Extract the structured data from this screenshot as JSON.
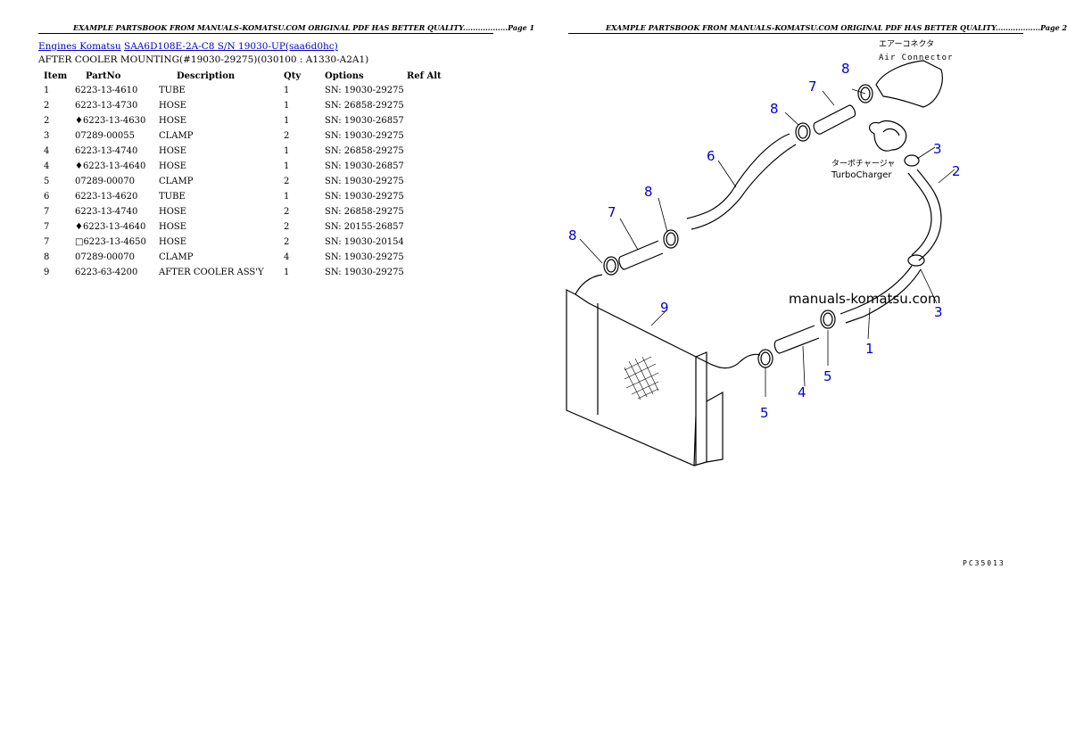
{
  "pages": [
    {
      "header": "EXAMPLE PARTSBOOK FROM MANUALS-KOMATSU.COM ORIGINAL PDF HAS BETTER QUALITY..................Page 1"
    },
    {
      "header": "EXAMPLE PARTSBOOK FROM MANUALS-KOMATSU.COM ORIGINAL PDF HAS BETTER QUALITY..................Page 2"
    }
  ],
  "breadcrumb": {
    "link1": "Engines Komatsu",
    "link2": "SAA6D108E-2A-C8 S/N 19030-UP(saa6d0hc)"
  },
  "section_title": "AFTER COOLER MOUNTING(#19030-29275)(030100 : A1330-A2A1)",
  "table": {
    "headers": [
      "Item",
      "PartNo",
      "Description",
      "Qty",
      "Options",
      "Ref Alt"
    ],
    "rows": [
      [
        "1",
        "6223-13-4610",
        "TUBE",
        "1",
        "SN: 19030-29275",
        ""
      ],
      [
        "2",
        "6223-13-4730",
        "HOSE",
        "1",
        "SN: 26858-29275",
        ""
      ],
      [
        "2",
        "♦6223-13-4630",
        "HOSE",
        "1",
        "SN: 19030-26857",
        ""
      ],
      [
        "3",
        "07289-00055",
        "CLAMP",
        "2",
        "SN: 19030-29275",
        ""
      ],
      [
        "4",
        "6223-13-4740",
        "HOSE",
        "1",
        "SN: 26858-29275",
        ""
      ],
      [
        "4",
        "♦6223-13-4640",
        "HOSE",
        "1",
        "SN: 19030-26857",
        ""
      ],
      [
        "5",
        "07289-00070",
        "CLAMP",
        "2",
        "SN: 19030-29275",
        ""
      ],
      [
        "6",
        "6223-13-4620",
        "TUBE",
        "1",
        "SN: 19030-29275",
        ""
      ],
      [
        "7",
        "6223-13-4740",
        "HOSE",
        "2",
        "SN: 26858-29275",
        ""
      ],
      [
        "7",
        "♦6223-13-4640",
        "HOSE",
        "2",
        "SN: 20155-26857",
        ""
      ],
      [
        "7",
        "□6223-13-4650",
        "HOSE",
        "2",
        "SN: 19030-20154",
        ""
      ],
      [
        "8",
        "07289-00070",
        "CLAMP",
        "4",
        "SN: 19030-29275",
        ""
      ],
      [
        "9",
        "6223-63-4200",
        "AFTER COOLER ASS'Y",
        "1",
        "SN: 19030-29275",
        ""
      ]
    ]
  },
  "diagram": {
    "labels": {
      "air_connector_jp": "エアーコネクタ",
      "air_connector": "Air Connector",
      "turbocharger_jp": "ターボチャージャ",
      "turbocharger": "TurboCharger",
      "watermark": "manuals-komatsu.com"
    },
    "callouts": [
      "8",
      "7",
      "8",
      "6",
      "3",
      "2",
      "8",
      "7",
      "8",
      "9",
      "3",
      "1",
      "5",
      "4",
      "5"
    ],
    "page_code": "PC35013"
  }
}
